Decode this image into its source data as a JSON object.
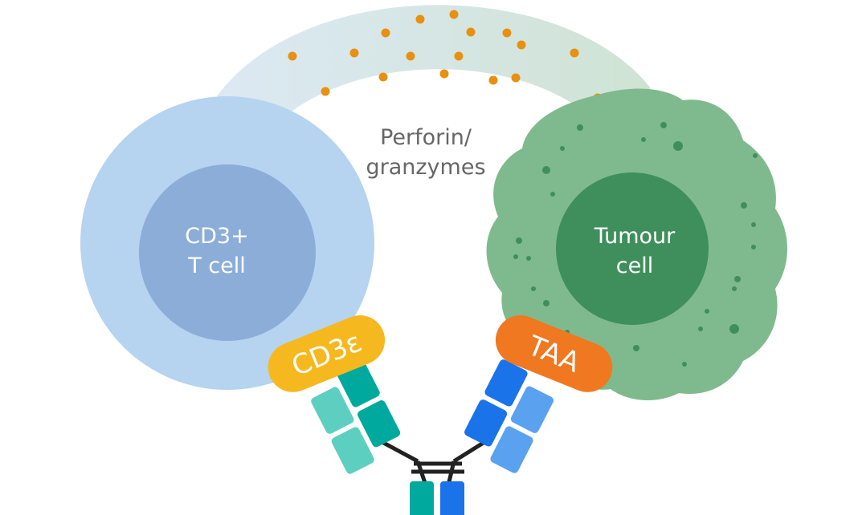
{
  "diagram": {
    "center_label": {
      "line1": "Perforin/",
      "line2": "granzymes"
    },
    "t_cell": {
      "line1": "CD3+",
      "line2": "T cell",
      "outer_color": "#b6d3f0",
      "inner_color": "#8badd8"
    },
    "tumour_cell": {
      "line1": "Tumour",
      "line2": "cell",
      "outer_color": "#7fba8e",
      "inner_color": "#3f8f5c",
      "speck_color": "#3f8f5c"
    },
    "cd3e_tag": {
      "label": "CD3ε",
      "color": "#f6b81f"
    },
    "taa_tag": {
      "label": "TAA",
      "color": "#f07820"
    },
    "arc_colors": {
      "left": "#dce9f4",
      "right": "#cfe3d4"
    },
    "granule_color": "#e8900f",
    "antibody": {
      "teal": "#00a99d",
      "light_teal": "#5ccfc0",
      "blue": "#1a73e8",
      "light_blue": "#5aa2f0",
      "linker": "#222222"
    }
  }
}
